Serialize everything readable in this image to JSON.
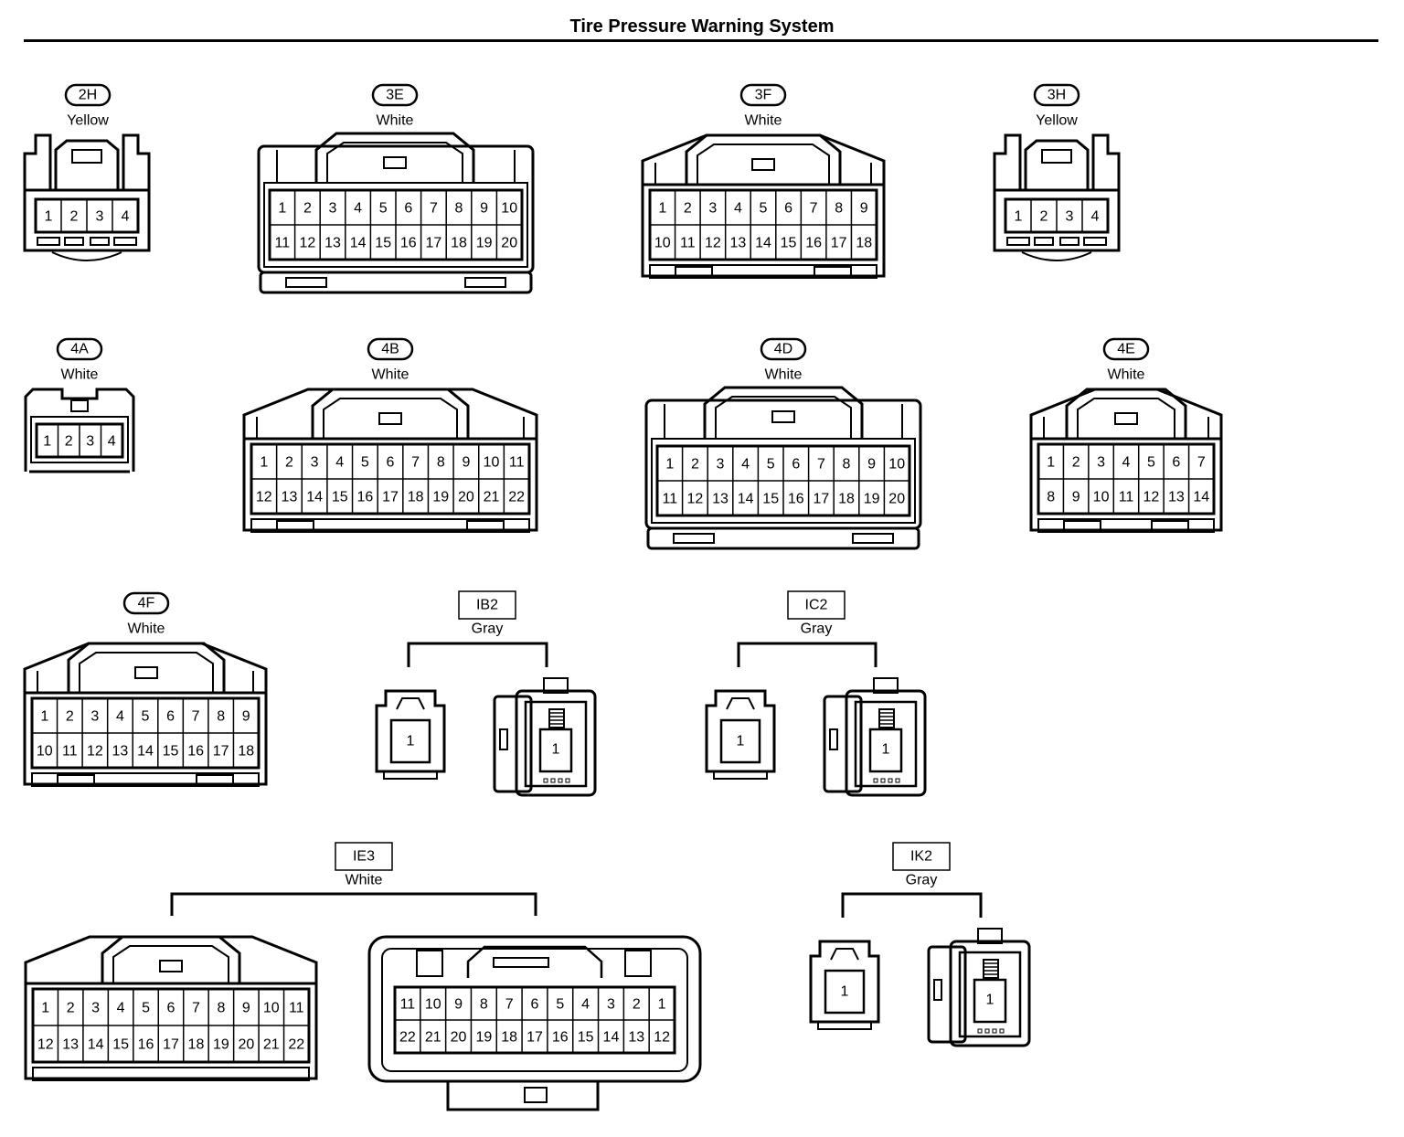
{
  "page": {
    "title": "Tire Pressure Warning System"
  },
  "connectors": [
    {
      "id": "2H",
      "badge": "pill",
      "color_text": "Yellow",
      "style": "small",
      "order": "asc",
      "pins": [
        [
          1,
          2,
          3,
          4
        ]
      ]
    },
    {
      "id": "3E",
      "badge": "pill",
      "color_text": "White",
      "style": "tall",
      "order": "asc",
      "pins": [
        [
          1,
          2,
          3,
          4,
          5,
          6,
          7,
          8,
          9,
          10
        ],
        [
          11,
          12,
          13,
          14,
          15,
          16,
          17,
          18,
          19,
          20
        ]
      ]
    },
    {
      "id": "3F",
      "badge": "pill",
      "color_text": "White",
      "style": "wide",
      "order": "asc",
      "pins": [
        [
          1,
          2,
          3,
          4,
          5,
          6,
          7,
          8,
          9
        ],
        [
          10,
          11,
          12,
          13,
          14,
          15,
          16,
          17,
          18
        ]
      ]
    },
    {
      "id": "3H",
      "badge": "pill",
      "color_text": "Yellow",
      "style": "small",
      "order": "asc",
      "pins": [
        [
          1,
          2,
          3,
          4
        ]
      ]
    },
    {
      "id": "4A",
      "badge": "pill",
      "color_text": "White",
      "style": "mini",
      "order": "asc",
      "pins": [
        [
          1,
          2,
          3,
          4
        ]
      ]
    },
    {
      "id": "4B",
      "badge": "pill",
      "color_text": "White",
      "style": "wide",
      "order": "asc",
      "pins": [
        [
          1,
          2,
          3,
          4,
          5,
          6,
          7,
          8,
          9,
          10,
          11
        ],
        [
          12,
          13,
          14,
          15,
          16,
          17,
          18,
          19,
          20,
          21,
          22
        ]
      ]
    },
    {
      "id": "4D",
      "badge": "pill",
      "color_text": "White",
      "style": "tall",
      "order": "asc",
      "pins": [
        [
          1,
          2,
          3,
          4,
          5,
          6,
          7,
          8,
          9,
          10
        ],
        [
          11,
          12,
          13,
          14,
          15,
          16,
          17,
          18,
          19,
          20
        ]
      ]
    },
    {
      "id": "4E",
      "badge": "pill",
      "color_text": "White",
      "style": "wide",
      "order": "asc",
      "pins": [
        [
          1,
          2,
          3,
          4,
          5,
          6,
          7
        ],
        [
          8,
          9,
          10,
          11,
          12,
          13,
          14
        ]
      ]
    },
    {
      "id": "4F",
      "badge": "pill",
      "color_text": "White",
      "style": "wide",
      "order": "asc",
      "pins": [
        [
          1,
          2,
          3,
          4,
          5,
          6,
          7,
          8,
          9
        ],
        [
          10,
          11,
          12,
          13,
          14,
          15,
          16,
          17,
          18
        ]
      ]
    },
    {
      "id": "IB2",
      "badge": "box",
      "color_text": "Gray",
      "style": "pair",
      "pins_male": [
        [
          1
        ]
      ],
      "pins_female": [
        [
          1
        ]
      ]
    },
    {
      "id": "IC2",
      "badge": "box",
      "color_text": "Gray",
      "style": "pair",
      "pins_male": [
        [
          1
        ]
      ],
      "pins_female": [
        [
          1
        ]
      ]
    },
    {
      "id": "IE3",
      "badge": "box",
      "color_text": "White",
      "style": "pair-large",
      "pins_male": [
        [
          1,
          2,
          3,
          4,
          5,
          6,
          7,
          8,
          9,
          10,
          11
        ],
        [
          12,
          13,
          14,
          15,
          16,
          17,
          18,
          19,
          20,
          21,
          22
        ]
      ],
      "pins_female": [
        [
          11,
          10,
          9,
          8,
          7,
          6,
          5,
          4,
          3,
          2,
          1
        ],
        [
          22,
          21,
          20,
          19,
          18,
          17,
          16,
          15,
          14,
          13,
          12
        ]
      ]
    },
    {
      "id": "IK2",
      "badge": "box",
      "color_text": "Gray",
      "style": "pair",
      "pins_male": [
        [
          1
        ]
      ],
      "pins_female": [
        [
          1
        ]
      ]
    }
  ]
}
